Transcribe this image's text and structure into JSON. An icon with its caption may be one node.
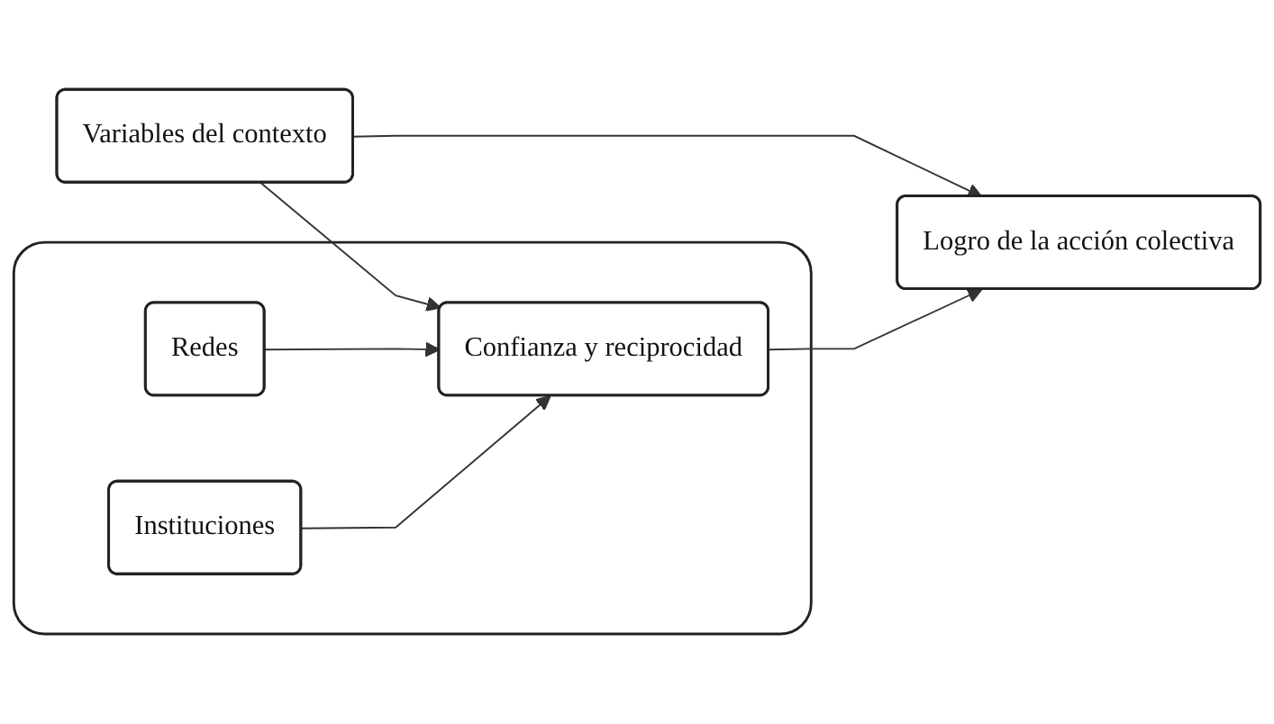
{
  "diagram": {
    "nodes": [
      {
        "text": [
          "Variables del contexto"
        ]
      },
      {
        "text": [],
        "shape": "box"
      },
      {
        "text": [
          "Redes"
        ],
        "in": 1
      },
      {
        "text": [
          "Confianza y reciprocidad"
        ],
        "in": 1
      },
      {
        "text": [
          "Instituciones"
        ],
        "in": 1
      },
      {
        "text": [
          "Logro de la acción colectiva"
        ]
      }
    ],
    "edges": [
      {
        "from": 0,
        "to": 3,
        "arrow": "to"
      },
      {
        "from": 0,
        "to": 5,
        "arrow": "to"
      },
      {
        "from": 2,
        "to": 3,
        "arrow": "to"
      },
      {
        "from": 4,
        "to": 3,
        "arrow": "to"
      },
      {
        "from": 3,
        "to": 5,
        "arrow": "to"
      }
    ]
  }
}
